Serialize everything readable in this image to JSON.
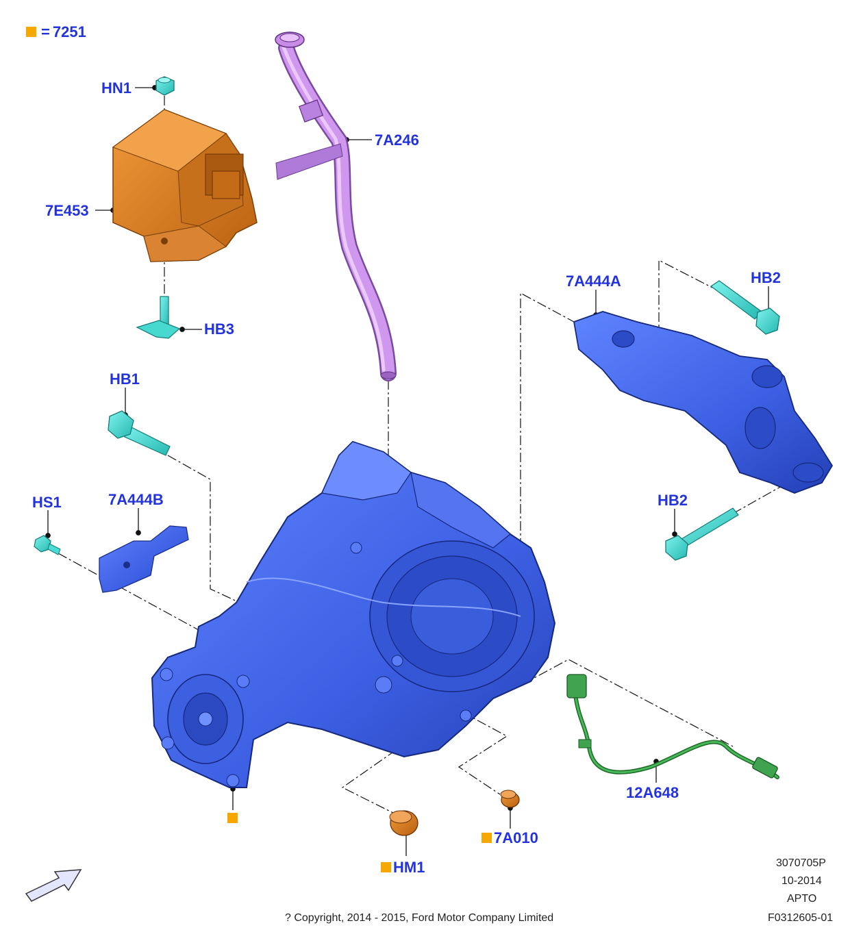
{
  "colors": {
    "label": "#2233dd",
    "marker": "#f5a800",
    "housing": "#3f63e6",
    "module": "#d9781a",
    "dipstick": "#c88ce6",
    "fastener": "#3fd9d2",
    "sensor": "#2f9a3c"
  },
  "legend": {
    "symbol": "orange-square",
    "equals": "=",
    "value": "7251"
  },
  "callouts": {
    "hn1": "HN1",
    "e453": "7E453",
    "hb3": "HB3",
    "a246": "7A246",
    "hb1": "HB1",
    "hs1": "HS1",
    "a444b": "7A444B",
    "a444a": "7A444A",
    "hb2_top": "HB2",
    "hb2_bottom": "HB2",
    "a648": "12A648",
    "a010": "7A010",
    "hm1": "HM1"
  },
  "meta": {
    "code1": "3070705P",
    "date": "10-2014",
    "market": "APTO",
    "figure": "F0312605-01",
    "copyright": "? Copyright, 2014 - 2015, Ford Motor Company Limited"
  },
  "icons": {
    "direction": "hollow-arrow-icon"
  }
}
